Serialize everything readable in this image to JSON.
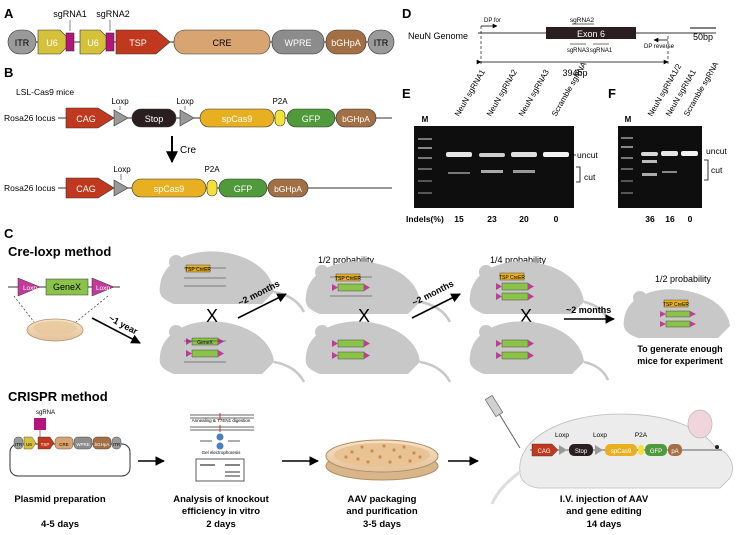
{
  "panel_letters": [
    "A",
    "B",
    "C",
    "D",
    "E",
    "F"
  ],
  "panel_a": {
    "elements": [
      "ITR",
      "U6",
      "",
      "U6",
      "",
      "TSP",
      "CRE",
      "WPRE",
      "bGHpA",
      "ITR"
    ],
    "sgrna_labels": [
      "sgRNA1",
      "sgRNA2"
    ]
  },
  "panel_b": {
    "mouse_label": "LSL-Cas9 mice",
    "locus_label": "Rosa26 locus",
    "top": {
      "loxp1": "Loxp",
      "loxp2": "Loxp",
      "p2a": "P2A",
      "elements": [
        "CAG",
        "Stop",
        "spCas9",
        "GFP",
        "bGHpA"
      ]
    },
    "arrow_label": "Cre",
    "bottom": {
      "loxp": "Loxp",
      "p2a": "P2A",
      "elements": [
        "CAG",
        "spCas9",
        "GFP",
        "bGHpA"
      ]
    }
  },
  "panel_c": {
    "cre_title": "Cre-loxp method",
    "gene_label": "GeneX",
    "loxp_left": "Loxp",
    "loxp_right": "Loxp",
    "year_label": "~1 year",
    "months_label": "~2 months",
    "cross_label": "X",
    "prob_half": "1/2 probability",
    "prob_quarter": "1/4 probability",
    "prob_final": "1/2 probability",
    "tsp_label": "TSP CreER",
    "genex_small": "GeneX",
    "final_caption_1": "To generate enough",
    "final_caption_2": "mice for experiment",
    "crispr_title": "CRISPR method",
    "sgrna": "sgRNA",
    "plasmid_elements": [
      "ITR",
      "U6",
      "TSP",
      "CRE",
      "WPRE",
      "bGHpA",
      "ITR"
    ],
    "annealing": "Annealing & T7EN1 digestion",
    "gel_label": "Gel electrophoresis",
    "steps": [
      {
        "label": "Plasmid preparation",
        "label2": "",
        "time": "4-5 days"
      },
      {
        "label": "Analysis of knockout",
        "label2": "efficiency in vitro",
        "time": "2 days"
      },
      {
        "label": "AAV packaging",
        "label2": "and purification",
        "time": "3-5 days"
      },
      {
        "label": "I.V. injection of AAV",
        "label2": "and gene editing",
        "time": "14 days"
      }
    ],
    "mouse_construct": {
      "loxp1": "Loxp",
      "loxp2": "Loxp",
      "p2a": "P2A",
      "elements": [
        "CAG",
        "Stop",
        "spCas9",
        "GFP",
        "pA"
      ]
    }
  },
  "panel_d": {
    "genome_label": "NeuN Genome",
    "exon_label": "Exon 6",
    "sgrna2": "sgRNA2",
    "sgrna3": "sgRNA3",
    "sgrna1": "sgRNA1",
    "primer_fwd": "DP for",
    "primer_rev": "DP reverse",
    "amplicon": "394bp",
    "scale": "50bp"
  },
  "panel_e": {
    "lanes": [
      "M",
      "NeuN sgRNA1",
      "NeuN sgRNA2",
      "NeuN sgRNA3",
      "Scramble sgRNA"
    ],
    "uncut": "uncut",
    "cut": "cut",
    "indel_label": "Indels(%)",
    "indels": [
      "15",
      "23",
      "20",
      "0"
    ]
  },
  "panel_f": {
    "lanes": [
      "M",
      "NeuN sgRNA1/2",
      "NeuN sgRNA1",
      "Scramble sgRNA"
    ],
    "uncut": "uncut",
    "cut": "cut",
    "indels": [
      "36",
      "16",
      "0"
    ]
  }
}
